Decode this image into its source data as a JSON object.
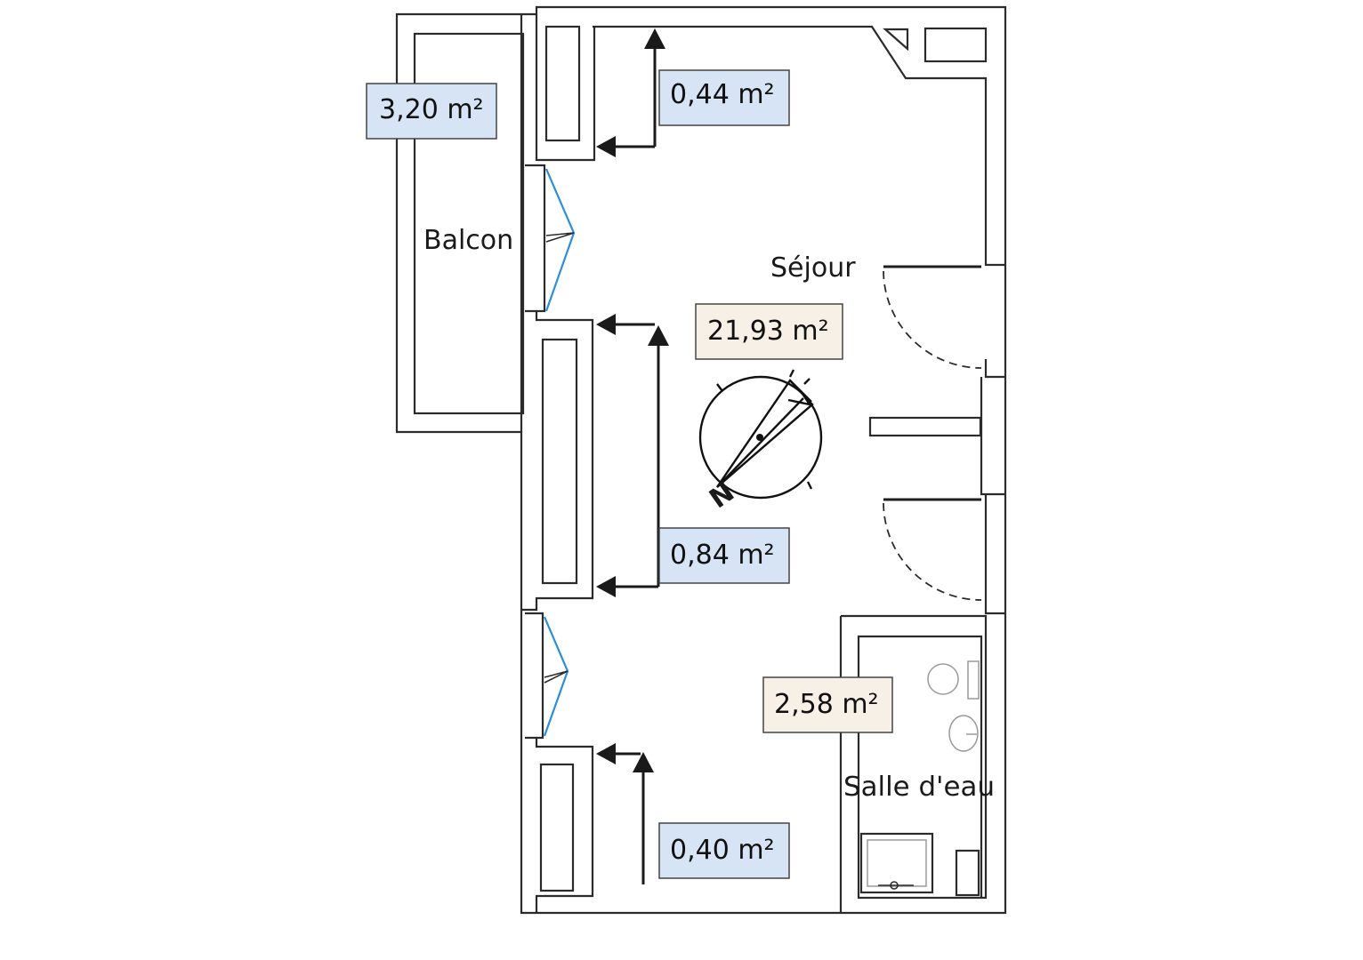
{
  "rooms": {
    "balcon": "Balcon",
    "sejour": "Séjour",
    "salle_eau": "Salle d'eau"
  },
  "areas": {
    "balcon": "3,20 m²",
    "top_wardrobe": "0,44 m²",
    "sejour": "21,93 m²",
    "middle_wardrobe": "0,84 m²",
    "salle_eau": "2,58 m²",
    "bottom_wardrobe": "0,40 m²"
  },
  "compass": {
    "north_label": "N"
  },
  "colors": {
    "wardrobe_area_box": "#d6e4f5",
    "room_area_box": "#f6f0e6",
    "window_lines": "#2a8fd8"
  }
}
